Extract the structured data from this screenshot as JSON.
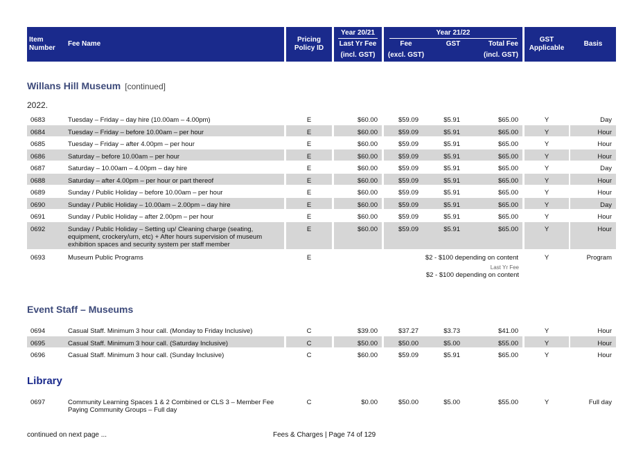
{
  "header": {
    "item_number": [
      "Item",
      "Number"
    ],
    "fee_name": "Fee Name",
    "pricing_policy": [
      "Pricing",
      "Policy ID"
    ],
    "year_prev": "Year 20/21",
    "year_curr": "Year 21/22",
    "last_yr_fee": [
      "Last Yr Fee",
      "(incl. GST)"
    ],
    "fee": [
      "Fee",
      "(excl. GST)"
    ],
    "gst": "GST",
    "total_fee": [
      "Total Fee",
      "(incl. GST)"
    ],
    "gst_applicable": [
      "GST",
      "Applicable"
    ],
    "basis": "Basis"
  },
  "sections": {
    "willans_title": "Willans Hill Museum",
    "willans_continued": "[continued]",
    "year_note": "2022.",
    "event_staff_title": "Event Staff – Museums",
    "library_title": "Library"
  },
  "willans_rows": [
    {
      "num": "0683",
      "name": "Tuesday – Friday – day hire (10.00am  – 4.00pm)",
      "policy": "E",
      "last": "$60.00",
      "fee": "$59.09",
      "gst": "$5.91",
      "total": "$65.00",
      "app": "Y",
      "basis": "Day"
    },
    {
      "num": "0684",
      "name": "Tuesday – Friday – before 10.00am – per hour",
      "policy": "E",
      "last": "$60.00",
      "fee": "$59.09",
      "gst": "$5.91",
      "total": "$65.00",
      "app": "Y",
      "basis": "Hour"
    },
    {
      "num": "0685",
      "name": "Tuesday – Friday – after 4.00pm – per hour",
      "policy": "E",
      "last": "$60.00",
      "fee": "$59.09",
      "gst": "$5.91",
      "total": "$65.00",
      "app": "Y",
      "basis": "Hour"
    },
    {
      "num": "0686",
      "name": "Saturday – before 10.00am – per hour",
      "policy": "E",
      "last": "$60.00",
      "fee": "$59.09",
      "gst": "$5.91",
      "total": "$65.00",
      "app": "Y",
      "basis": "Hour"
    },
    {
      "num": "0687",
      "name": "Saturday – 10.00am – 4.00pm – day hire",
      "policy": "E",
      "last": "$60.00",
      "fee": "$59.09",
      "gst": "$5.91",
      "total": "$65.00",
      "app": "Y",
      "basis": "Day"
    },
    {
      "num": "0688",
      "name": "Saturday – after 4.00pm – per hour or part thereof",
      "policy": "E",
      "last": "$60.00",
      "fee": "$59.09",
      "gst": "$5.91",
      "total": "$65.00",
      "app": "Y",
      "basis": "Hour"
    },
    {
      "num": "0689",
      "name": "Sunday / Public Holiday – before 10.00am – per hour",
      "policy": "E",
      "last": "$60.00",
      "fee": "$59.09",
      "gst": "$5.91",
      "total": "$65.00",
      "app": "Y",
      "basis": "Hour"
    },
    {
      "num": "0690",
      "name": "Sunday / Public Holiday – 10.00am – 2.00pm – day hire",
      "policy": "E",
      "last": "$60.00",
      "fee": "$59.09",
      "gst": "$5.91",
      "total": "$65.00",
      "app": "Y",
      "basis": "Day"
    },
    {
      "num": "0691",
      "name": "Sunday / Public Holiday – after 2.00pm – per hour",
      "policy": "E",
      "last": "$60.00",
      "fee": "$59.09",
      "gst": "$5.91",
      "total": "$65.00",
      "app": "Y",
      "basis": "Hour"
    },
    {
      "num": "0692",
      "name": "Sunday / Public Holiday – Setting up/ Cleaning charge (seating, equipment, crockery/urn, etc) + After hours supervision of museum exhibition spaces and security system per staff member",
      "policy": "E",
      "last": "$60.00",
      "fee": "$59.09",
      "gst": "$5.91",
      "total": "$65.00",
      "app": "Y",
      "basis": "Hour"
    }
  ],
  "program_row": {
    "num": "0693",
    "name": "Museum Public Programs",
    "policy": "E",
    "span_text": "$2 - $100 depending on content",
    "last_yr_label": "Last Yr Fee",
    "last_yr_value": "$2 - $100 depending on content",
    "app": "Y",
    "basis": "Program"
  },
  "event_rows": [
    {
      "num": "0694",
      "name": "Casual Staff. Minimum 3 hour call. (Monday to Friday Inclusive)",
      "policy": "C",
      "last": "$39.00",
      "fee": "$37.27",
      "gst": "$3.73",
      "total": "$41.00",
      "app": "Y",
      "basis": "Hour"
    },
    {
      "num": "0695",
      "name": "Casual Staff. Minimum 3 hour call. (Saturday Inclusive)",
      "policy": "C",
      "last": "$50.00",
      "fee": "$50.00",
      "gst": "$5.00",
      "total": "$55.00",
      "app": "Y",
      "basis": "Hour"
    },
    {
      "num": "0696",
      "name": "Casual Staff. Minimum 3 hour call. (Sunday Inclusive)",
      "policy": "C",
      "last": "$60.00",
      "fee": "$59.09",
      "gst": "$5.91",
      "total": "$65.00",
      "app": "Y",
      "basis": "Hour"
    }
  ],
  "library_rows": [
    {
      "num": "0697",
      "name": "Community Learning Spaces 1 & 2 Combined or CLS 3 – Member Fee Paying Community Groups – Full day",
      "policy": "C",
      "last": "$0.00",
      "fee": "$50.00",
      "gst": "$5.00",
      "total": "$55.00",
      "app": "Y",
      "basis": "Full day"
    }
  ],
  "footer": {
    "left": "continued on next page ...",
    "center": "Fees & Charges | Page 74 of 129"
  }
}
